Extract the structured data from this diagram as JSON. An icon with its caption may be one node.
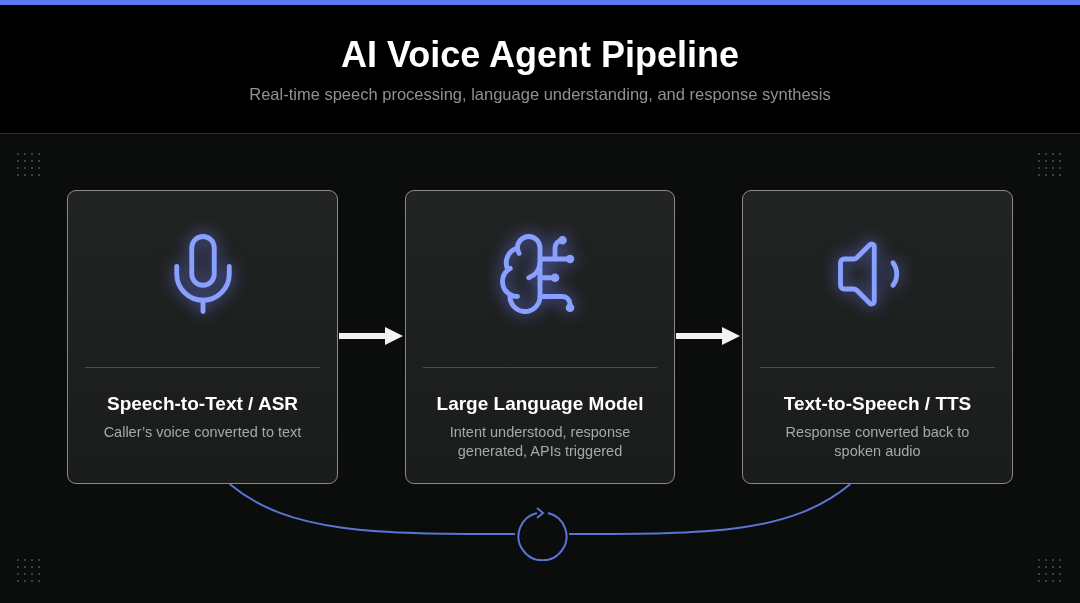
{
  "diagram": {
    "title": "AI Voice Agent Pipeline",
    "caption": "Real-time speech processing, language understanding, and response synthesis",
    "nodes": [
      {
        "text": [
          "Speech-to-Text / ASR",
          "Caller’s voice converted to text"
        ]
      },
      {
        "text": [
          "Large Language Model",
          "Intent understood, response generated, APIs triggered"
        ]
      },
      {
        "text": [
          "Text-to-Speech / TTS",
          "Response converted back to spoken audio"
        ]
      },
      {
        "text": [],
        "shape": "circle"
      }
    ],
    "edges": [
      {
        "from": 0,
        "to": 1,
        "arrow": "to",
        "style": "thick",
        "color": "#f2f2f2"
      },
      {
        "from": 1,
        "to": 2,
        "arrow": "to",
        "style": "thick",
        "color": "#f2f2f2"
      },
      {
        "from": 0,
        "to": 3,
        "arrow": "none",
        "color": "#5b74d6"
      },
      {
        "from": 3,
        "to": 2,
        "arrow": "none",
        "color": "#5b74d6"
      }
    ]
  }
}
